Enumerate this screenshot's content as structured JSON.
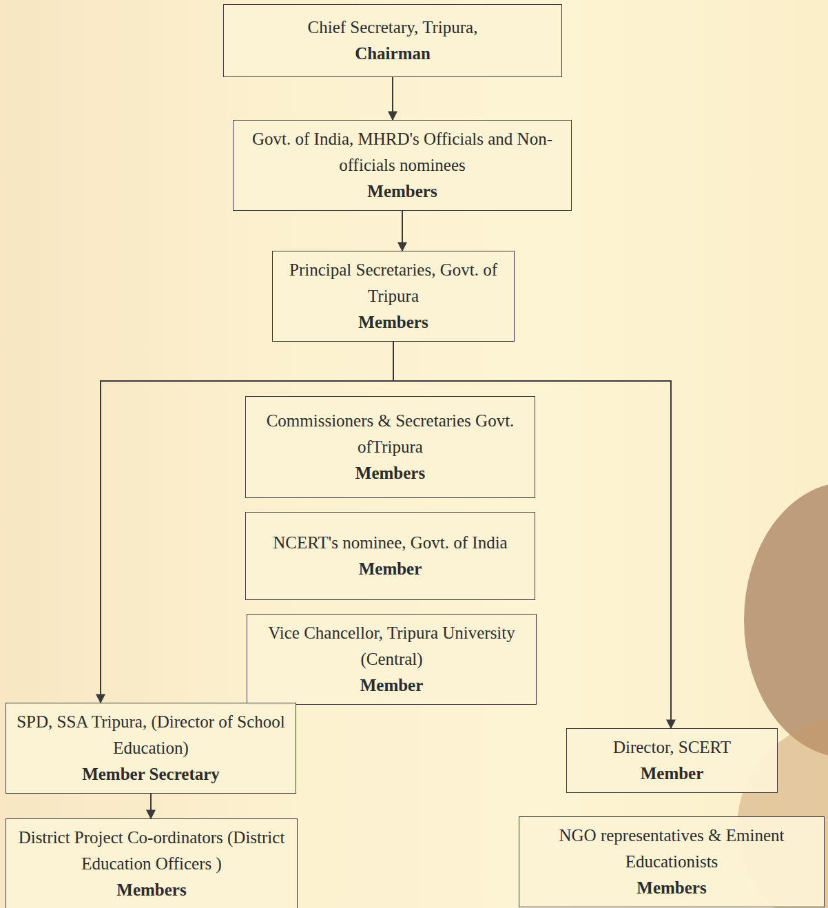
{
  "diagram": {
    "nodes": [
      {
        "text": [
          "Chief Secretary, Tripura,",
          "Chairman"
        ]
      },
      {
        "text": [
          "Govt. of India, MHRD's Officials and Non-officials nominees",
          "Members"
        ]
      },
      {
        "text": [
          "Principal Secretaries, Govt. of Tripura",
          "Members"
        ]
      },
      {
        "text": [
          "Commissioners & Secretaries Govt. ofTripura",
          "Members"
        ]
      },
      {
        "text": [
          "NCERT's nominee, Govt. of India",
          "Member"
        ]
      },
      {
        "text": [
          "Vice Chancellor, Tripura University (Central)",
          "Member"
        ]
      },
      {
        "text": [
          "SPD, SSA Tripura, (Director of School Education)",
          "Member Secretary"
        ]
      },
      {
        "text": [
          "Director, SCERT",
          "Member"
        ]
      },
      {
        "text": [
          "District Project Co-ordinators (District Education Officers )",
          "Members"
        ]
      },
      {
        "text": [
          "NGO representatives & Eminent Educationists",
          "Members"
        ]
      }
    ],
    "edges": [
      {
        "from": 0,
        "to": 1,
        "arrow": "to"
      },
      {
        "from": 1,
        "to": 2,
        "arrow": "to"
      },
      {
        "from": 2,
        "to": 6,
        "arrow": "to"
      },
      {
        "from": 2,
        "to": 7,
        "arrow": "to"
      },
      {
        "from": 6,
        "to": 8,
        "arrow": "to"
      }
    ]
  }
}
